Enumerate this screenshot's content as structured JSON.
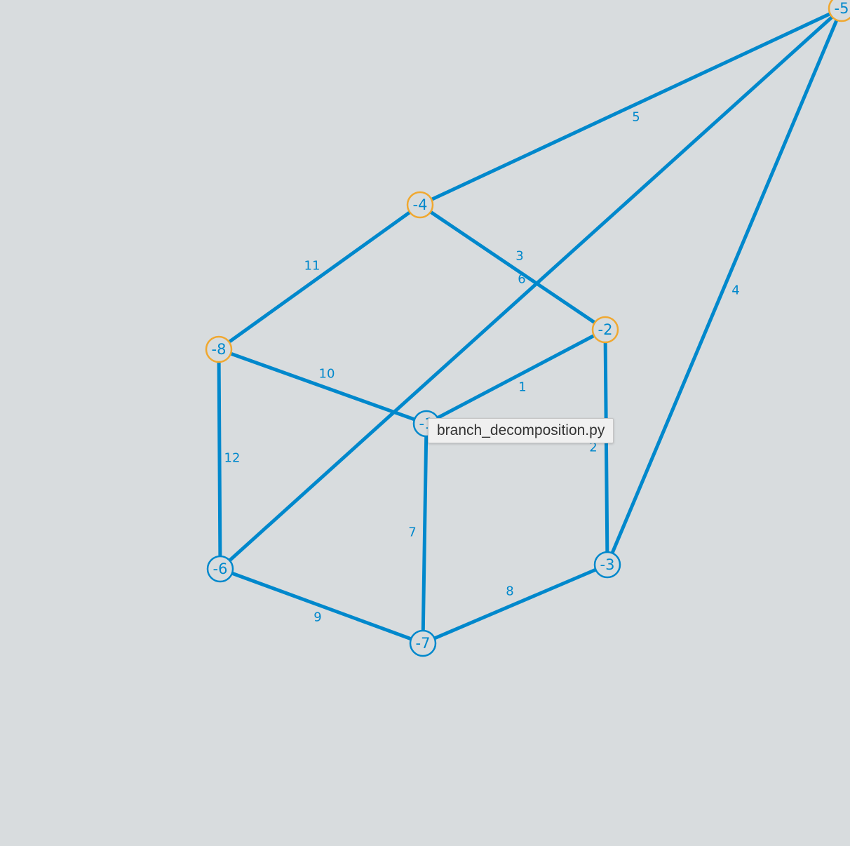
{
  "colors": {
    "background": "#d8dcde",
    "edge": "#0088cc",
    "node_default": "#0088cc",
    "node_highlight": "#f0a830",
    "node_fill": "#d8dcde"
  },
  "graph": {
    "nodes": [
      {
        "id": "-1",
        "label": "-1",
        "highlight": false
      },
      {
        "id": "-2",
        "label": "-2",
        "highlight": true
      },
      {
        "id": "-3",
        "label": "-3",
        "highlight": false
      },
      {
        "id": "-4",
        "label": "-4",
        "highlight": true
      },
      {
        "id": "-5",
        "label": "-5",
        "highlight": true
      },
      {
        "id": "-6",
        "label": "-6",
        "highlight": false
      },
      {
        "id": "-7",
        "label": "-7",
        "highlight": false
      },
      {
        "id": "-8",
        "label": "-8",
        "highlight": true
      }
    ],
    "edges": [
      {
        "label": "1",
        "source": "-2",
        "target": "-1"
      },
      {
        "label": "2",
        "source": "-2",
        "target": "-3"
      },
      {
        "label": "3",
        "source": "-4",
        "target": "-2"
      },
      {
        "label": "4",
        "source": "-5",
        "target": "-3"
      },
      {
        "label": "5",
        "source": "-5",
        "target": "-4"
      },
      {
        "label": "6",
        "source": "-5",
        "target": "-6"
      },
      {
        "label": "7",
        "source": "-1",
        "target": "-7"
      },
      {
        "label": "8",
        "source": "-3",
        "target": "-7"
      },
      {
        "label": "9",
        "source": "-6",
        "target": "-7"
      },
      {
        "label": "10",
        "source": "-8",
        "target": "-1"
      },
      {
        "label": "11",
        "source": "-4",
        "target": "-8"
      },
      {
        "label": "12",
        "source": "-8",
        "target": "-6"
      }
    ]
  },
  "tooltip": {
    "text": "branch_decomposition.py"
  }
}
